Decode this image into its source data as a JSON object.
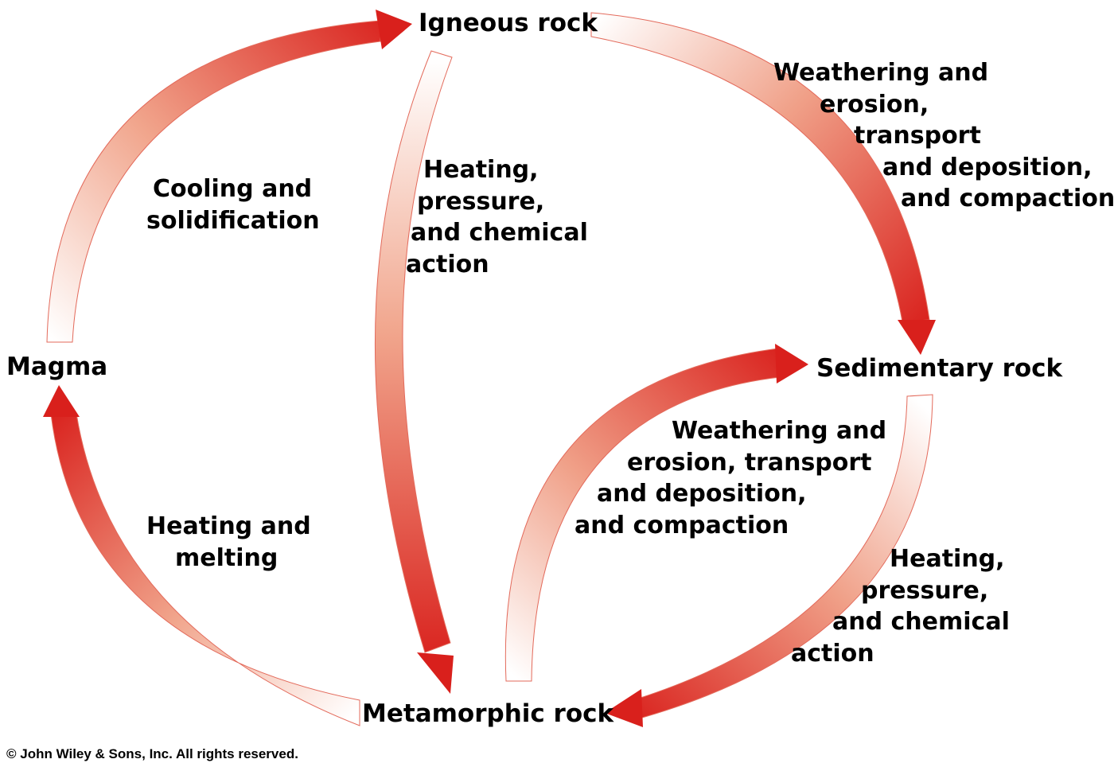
{
  "nodes": {
    "igneous": "Igneous rock",
    "sedimentary": "Sedimentary rock",
    "metamorphic": "Metamorphic rock",
    "magma": "Magma"
  },
  "processes": {
    "igneous_to_sedimentary": [
      "Weathering and",
      "erosion,",
      "transport",
      "and deposition,",
      "and compaction"
    ],
    "magma_to_igneous": [
      "Cooling and",
      "solidification"
    ],
    "igneous_to_metamorphic": [
      "Heating,",
      "pressure,",
      "and chemical",
      "action"
    ],
    "metamorphic_to_sedimentary": [
      "Weathering and",
      "erosion, transport",
      "and deposition,",
      "and compaction"
    ],
    "sedimentary_to_metamorphic": [
      "Heating,",
      "pressure,",
      "and chemical",
      "action"
    ],
    "metamorphic_to_magma": [
      "Heating and",
      "melting"
    ]
  },
  "colors": {
    "arrow_dark": "#d9201c",
    "arrow_light": "#ffffff",
    "text": "#000000"
  },
  "footer": {
    "copyright": "© John Wiley & Sons, Inc. All rights reserved."
  }
}
